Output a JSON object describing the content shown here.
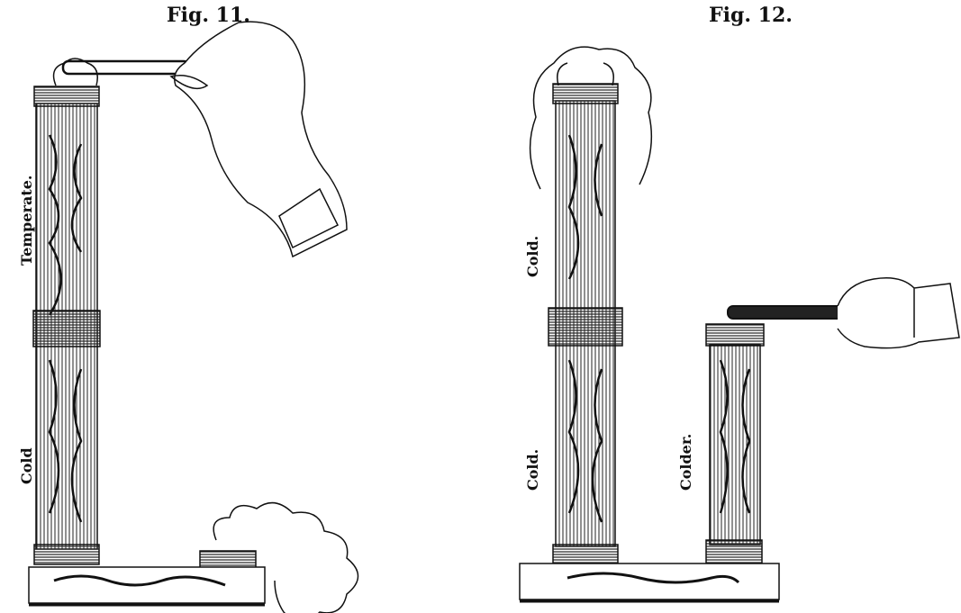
{
  "figures": [
    {
      "title": "Fig. 11.",
      "labels": [
        "Temperate.",
        "Cold"
      ]
    },
    {
      "title": "Fig. 12.",
      "labels": [
        "Cold.",
        "Cold.",
        "Colder."
      ]
    }
  ],
  "colors": {
    "ink": "#111111",
    "paper": "#ffffff"
  }
}
